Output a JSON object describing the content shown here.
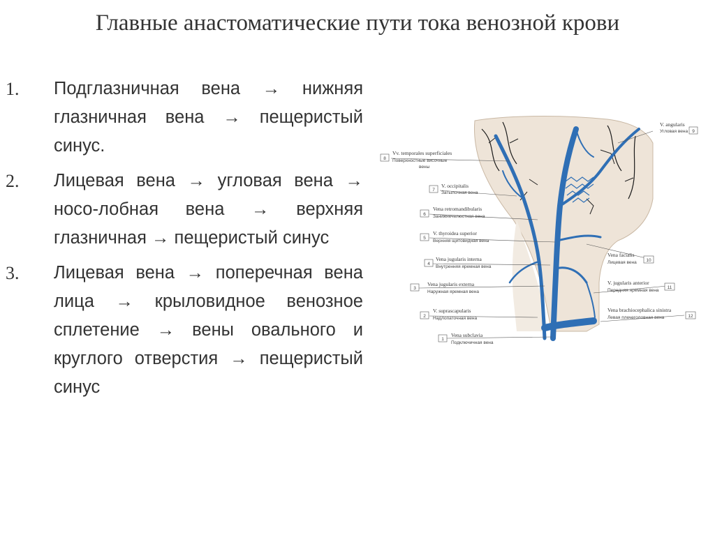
{
  "title": "Главные анастоматические пути тока венозной крови",
  "items": [
    {
      "num": "1.",
      "text": "Подглазничная вена → нижняя глазничная вена → пещеристый синус."
    },
    {
      "num": "2.",
      "text": "Лицевая вена → угловая вена → носо-лобная вена → верхняя глазничная → пещеристый синус"
    },
    {
      "num": "3.",
      "text": "Лицевая вена → поперечная вена лица → крыловидное венозное сплетение → вены овального и круглого отверстия → пещеристый синус"
    }
  ],
  "figure": {
    "labels_left": [
      {
        "n": "8",
        "latin": "Vv. temporales superficiales",
        "ru1": "Поверхностные височные",
        "ru2": "вены"
      },
      {
        "n": "7",
        "latin": "V. occipitalis",
        "ru1": "Затылочная вена"
      },
      {
        "n": "6",
        "latin": "Vena retromandibularis",
        "ru1": "Занижнечелюстная вена"
      },
      {
        "n": "5",
        "latin": "V. thyroidea superior",
        "ru1": "Верхняя щитовидная вена"
      },
      {
        "n": "4",
        "latin": "Vena jugularis interna",
        "ru1": "Внутренняя яремная вена"
      },
      {
        "n": "3",
        "latin": "Vena jugularis externa",
        "ru1": "Наружная яремная вена"
      },
      {
        "n": "2",
        "latin": "V. suprascapularis",
        "ru1": "Надлопаточная вена"
      },
      {
        "n": "1",
        "latin": "Vena subclavia",
        "ru1": "Подключичная вена"
      }
    ],
    "labels_right": [
      {
        "n": "9",
        "latin": "V. angularis",
        "ru1": "Угловая вена"
      },
      {
        "n": "10",
        "latin": "Vena facialis",
        "ru1": "Лицевая вена"
      },
      {
        "n": "11",
        "latin": "V. jugularis anterior",
        "ru1": "Передняя яремная вена"
      },
      {
        "n": "12",
        "latin": "Vena brachiocephalica sinistra",
        "ru1": "Левая плечеголовная вена"
      }
    ]
  }
}
